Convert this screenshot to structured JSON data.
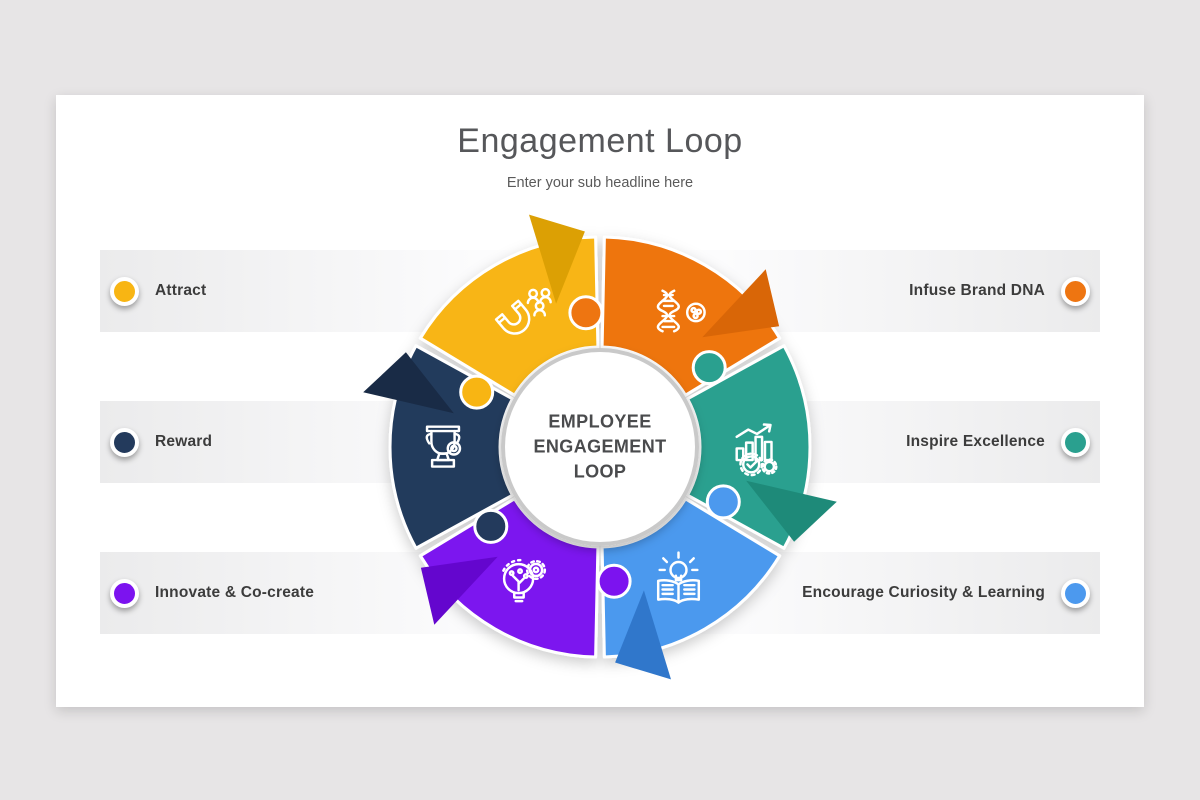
{
  "title": "Engagement Loop",
  "subtitle": "Enter your sub headline here",
  "center": {
    "line1": "EMPLOYEE",
    "line2": "ENGAGEMENT",
    "line3": "LOOP"
  },
  "rows": [
    {
      "left": {
        "label": "Attract",
        "color": "#F8B513"
      },
      "right": {
        "label": "Infuse Brand DNA",
        "color": "#EE7511"
      }
    },
    {
      "left": {
        "label": "Reward",
        "color": "#233A5C"
      },
      "right": {
        "label": "Inspire Excellence",
        "color": "#2AA08F"
      }
    },
    {
      "left": {
        "label": "Innovate & Co-create",
        "color": "#7C13EF"
      },
      "right": {
        "label": "Encourage Curiosity & Learning",
        "color": "#4C99EE"
      }
    }
  ],
  "diagram": {
    "flow": "clockwise",
    "segments": [
      {
        "name": "attract",
        "color": "#F8B513",
        "arrow_color": "#DCA004",
        "start": 300,
        "end": 360,
        "icon": "magnet-people-icon"
      },
      {
        "name": "infuse-brand-dna",
        "color": "#EE7511",
        "arrow_color": "#D96607",
        "start": 0,
        "end": 60,
        "icon": "dna-icon"
      },
      {
        "name": "inspire-excellence",
        "color": "#2AA08F",
        "arrow_color": "#1E8A79",
        "start": 60,
        "end": 120,
        "icon": "growth-gears-icon"
      },
      {
        "name": "encourage-curiosity-learning",
        "color": "#4C99EE",
        "arrow_color": "#3077CB",
        "start": 120,
        "end": 180,
        "icon": "book-bulb-icon"
      },
      {
        "name": "innovate-co-create",
        "color": "#7C13EF",
        "arrow_color": "#6406CE",
        "start": 180,
        "end": 240,
        "icon": "bulb-gear-icon"
      },
      {
        "name": "reward",
        "color": "#233A5C",
        "arrow_color": "#192B46",
        "start": 240,
        "end": 300,
        "icon": "trophy-icon"
      }
    ],
    "center_circle": {
      "fill": "#ffffff",
      "border": "#c9c9c9"
    }
  }
}
